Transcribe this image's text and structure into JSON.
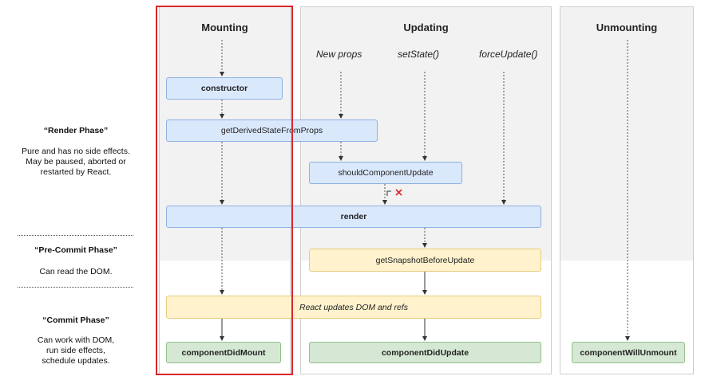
{
  "columns": {
    "mounting": "Mounting",
    "updating": "Updating",
    "unmounting": "Unmounting"
  },
  "triggers": {
    "new_props": "New props",
    "set_state": "setState()",
    "force_update": "forceUpdate()"
  },
  "nodes": {
    "constructor": "constructor",
    "get_derived_state_from_props": "getDerivedStateFromProps",
    "should_component_update": "shouldComponentUpdate",
    "render": "render",
    "get_snapshot_before_update": "getSnapshotBeforeUpdate",
    "react_updates_dom": "React updates DOM and refs",
    "component_did_mount": "componentDidMount",
    "component_did_update": "componentDidUpdate",
    "component_will_unmount": "componentWillUnmount"
  },
  "phases": {
    "render": {
      "title": "“Render Phase”",
      "description": "Pure and has no side effects.\nMay be paused, aborted or\nrestarted by React."
    },
    "pre_commit": {
      "title": "“Pre-Commit Phase”",
      "description": "Can read the DOM."
    },
    "commit": {
      "title": "“Commit Phase”",
      "description": "Can work with DOM,\nrun side effects,\nschedule updates."
    }
  },
  "colors": {
    "render_node": "#dae8fc",
    "pre_commit_node": "#fff2cc",
    "commit_node": "#d5e8d4",
    "highlight_frame": "#d9262c",
    "reject_mark": "#d9262c"
  }
}
